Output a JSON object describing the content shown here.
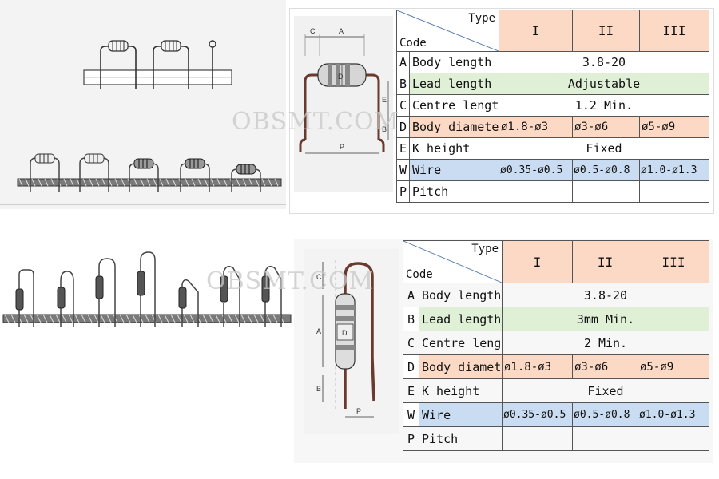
{
  "colors": {
    "header": "#fbd9c4",
    "row_b": "#dff0d6",
    "row_d": "#fbd9c4",
    "row_w": "#c9dcf2",
    "line": "#555555",
    "panel": "#f3f3f3"
  },
  "watermark": "OBSMT.COM",
  "top_table": {
    "type_label": "Type",
    "code_label": "Code",
    "columns": [
      "I",
      "II",
      "III"
    ],
    "rows": [
      {
        "code": "A",
        "name": "Body length",
        "span": "3.8-20"
      },
      {
        "code": "B",
        "name": "Lead length",
        "span": "Adjustable"
      },
      {
        "code": "C",
        "name": "Centre length",
        "span": "1.2 Min."
      },
      {
        "code": "D",
        "name": "Body diameter",
        "vals": [
          "ø1.8-ø3",
          "ø3-ø6",
          "ø5-ø9"
        ]
      },
      {
        "code": "E",
        "name": "K height",
        "span": "Fixed"
      },
      {
        "code": "W",
        "name": "Wire",
        "vals": [
          "ø0.35-ø0.5",
          "ø0.5-ø0.8",
          "ø1.0-ø1.3"
        ]
      },
      {
        "code": "P",
        "name": "Pitch",
        "vals": [
          "",
          "",
          ""
        ]
      }
    ],
    "dims": {
      "c": "C",
      "a": "A",
      "p": "P",
      "d": "D",
      "e": "E",
      "b": "B"
    }
  },
  "bottom_table": {
    "type_label": "Type",
    "code_label": "Code",
    "columns": [
      "I",
      "II",
      "III"
    ],
    "rows": [
      {
        "code": "A",
        "name": "Body length",
        "span": "3.8-20"
      },
      {
        "code": "B",
        "name": "Lead length",
        "span": "3mm Min."
      },
      {
        "code": "C",
        "name": "Centre length",
        "span": "2 Min."
      },
      {
        "code": "D",
        "name": "Body diameter",
        "vals": [
          "ø1.8-ø3",
          "ø3-ø6",
          "ø5-ø9"
        ]
      },
      {
        "code": "E",
        "name": "K height",
        "span": "Fixed"
      },
      {
        "code": "W",
        "name": "Wire",
        "vals": [
          "ø0.35-ø0.5",
          "ø0.5-ø0.8",
          "ø1.0-ø1.3"
        ]
      },
      {
        "code": "P",
        "name": "Pitch",
        "vals": [
          "",
          "",
          ""
        ]
      }
    ],
    "dims": {
      "c": "C",
      "a": "A",
      "d": "D",
      "b": "B",
      "p": "P"
    }
  }
}
